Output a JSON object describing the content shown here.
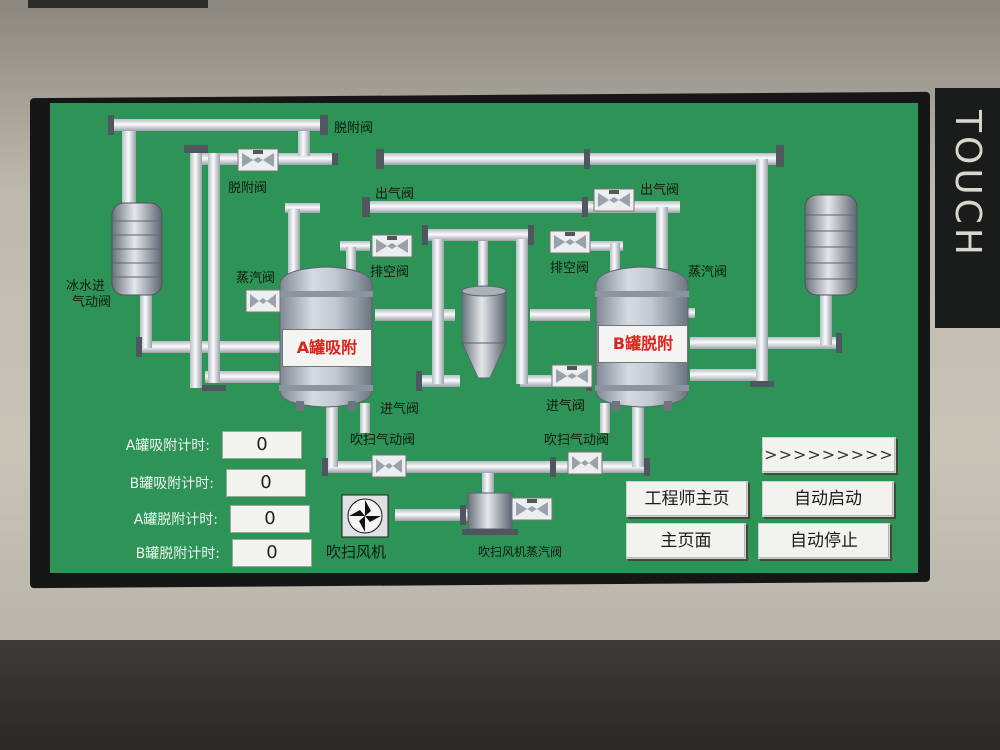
{
  "device": {
    "side_label": "TOUCH"
  },
  "diagram": {
    "tanks": {
      "a_label": "A罐吸附",
      "b_label": "B罐脱附"
    },
    "valves": {
      "desorb_valve_top": "脱附阀",
      "desorb_valve_left": "脱附阀",
      "outlet_valve_left": "出气阀",
      "outlet_valve_right": "出气阀",
      "vent_valve_left": "排空阀",
      "vent_valve_right": "排空阀",
      "steam_valve_left": "蒸汽阀",
      "steam_valve_right": "蒸汽阀",
      "ice_water_valve_line1": "冰水进",
      "ice_water_valve_line2": "气动阀",
      "inlet_valve_left": "进气阀",
      "inlet_valve_right": "进气阀",
      "purge_pneumatic_left": "吹扫气动阀",
      "purge_pneumatic_right": "吹扫气动阀",
      "purge_fan": "吹扫风机",
      "purge_fan_steam_valve": "吹扫风机蒸汽阀"
    }
  },
  "timers": [
    {
      "label": "A罐吸附计时:",
      "value": "0"
    },
    {
      "label": "B罐吸附计时:",
      "value": "0"
    },
    {
      "label": "A罐脱附计时:",
      "value": "0"
    },
    {
      "label": "B罐脱附计时:",
      "value": "0"
    }
  ],
  "buttons": {
    "next": ">>>>>>>>>",
    "engineer_home": "工程师主页",
    "auto_start": "自动启动",
    "main_page": "主页面",
    "auto_stop": "自动停止"
  },
  "colors": {
    "screen_bg": "#2e9357",
    "pipe": "#e3e6ea",
    "tank_label_text": "#e0221c"
  }
}
